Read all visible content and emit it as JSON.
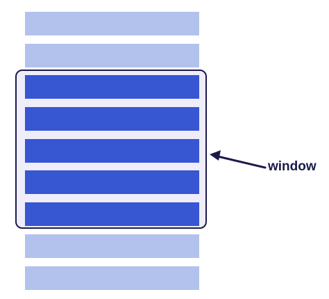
{
  "diagram": {
    "rows": [
      {
        "state": "outside"
      },
      {
        "state": "outside"
      },
      {
        "state": "inside"
      },
      {
        "state": "inside"
      },
      {
        "state": "inside"
      },
      {
        "state": "inside"
      },
      {
        "state": "inside"
      },
      {
        "state": "outside"
      },
      {
        "state": "outside"
      }
    ],
    "window_label": "window",
    "colors": {
      "outside_row": "#b3c2ec",
      "inside_row": "#3656d2",
      "window_border": "#1b1a4a",
      "window_fill": "#efedf9",
      "label": "#1b1a4a"
    }
  }
}
